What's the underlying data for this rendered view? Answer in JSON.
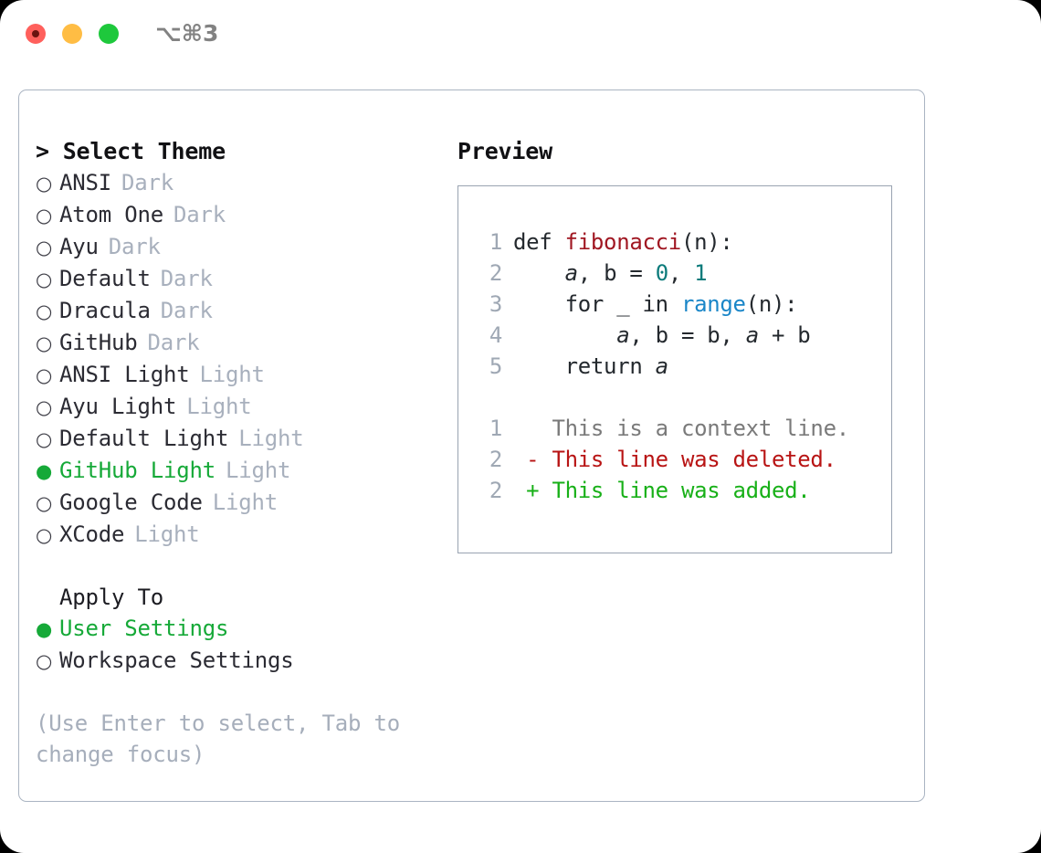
{
  "titlebar": {
    "shortcut": "⌥⌘3",
    "buttons": [
      {
        "name": "close",
        "color": "#ff605c"
      },
      {
        "name": "minimize",
        "color": "#ffbd44"
      },
      {
        "name": "zoom",
        "color": "#1ec83c"
      }
    ]
  },
  "left": {
    "header": "> Select Theme",
    "themes": [
      {
        "marker": "○",
        "name": "ANSI",
        "tag": "Dark",
        "selected": false
      },
      {
        "marker": "○",
        "name": "Atom One",
        "tag": "Dark",
        "selected": false
      },
      {
        "marker": "○",
        "name": "Ayu",
        "tag": "Dark",
        "selected": false
      },
      {
        "marker": "○",
        "name": "Default",
        "tag": "Dark",
        "selected": false
      },
      {
        "marker": "○",
        "name": "Dracula",
        "tag": "Dark",
        "selected": false
      },
      {
        "marker": "○",
        "name": "GitHub",
        "tag": "Dark",
        "selected": false
      },
      {
        "marker": "○",
        "name": "ANSI Light",
        "tag": "Light",
        "selected": false
      },
      {
        "marker": "○",
        "name": "Ayu Light",
        "tag": "Light",
        "selected": false
      },
      {
        "marker": "○",
        "name": "Default Light",
        "tag": "Light",
        "selected": false
      },
      {
        "marker": "●",
        "name": "GitHub Light",
        "tag": "Light",
        "selected": true
      },
      {
        "marker": "○",
        "name": "Google Code",
        "tag": "Light",
        "selected": false
      },
      {
        "marker": "○",
        "name": "XCode",
        "tag": "Light",
        "selected": false
      }
    ],
    "apply_title": "Apply To",
    "apply_options": [
      {
        "marker": "●",
        "name": "User Settings",
        "selected": true
      },
      {
        "marker": "○",
        "name": "Workspace Settings",
        "selected": false
      }
    ],
    "hint": "(Use Enter to select, Tab to change focus)"
  },
  "right": {
    "title": "Preview",
    "code_lines": [
      {
        "num": "1",
        "tokens": [
          {
            "t": "def ",
            "c": "code-txt"
          },
          {
            "t": "fibonacci",
            "c": "tok-fn"
          },
          {
            "t": "(n):",
            "c": "code-txt"
          }
        ]
      },
      {
        "num": "2",
        "tokens": [
          {
            "t": "    ",
            "c": "code-txt"
          },
          {
            "t": "a",
            "c": "code-txt tok-var"
          },
          {
            "t": ", ",
            "c": "code-txt"
          },
          {
            "t": "b",
            "c": "code-txt"
          },
          {
            "t": " = ",
            "c": "code-txt"
          },
          {
            "t": "0",
            "c": "tok-num"
          },
          {
            "t": ", ",
            "c": "code-txt"
          },
          {
            "t": "1",
            "c": "tok-num"
          }
        ]
      },
      {
        "num": "3",
        "tokens": [
          {
            "t": "    for _ in ",
            "c": "code-txt"
          },
          {
            "t": "range",
            "c": "tok-call"
          },
          {
            "t": "(n):",
            "c": "code-txt"
          }
        ]
      },
      {
        "num": "4",
        "tokens": [
          {
            "t": "        ",
            "c": "code-txt"
          },
          {
            "t": "a",
            "c": "code-txt tok-var"
          },
          {
            "t": ", b = b, ",
            "c": "code-txt"
          },
          {
            "t": "a",
            "c": "code-txt tok-var"
          },
          {
            "t": " + b",
            "c": "code-txt"
          }
        ]
      },
      {
        "num": "5",
        "tokens": [
          {
            "t": "    return ",
            "c": "code-txt"
          },
          {
            "t": "a",
            "c": "code-txt tok-var"
          }
        ]
      }
    ],
    "diff_lines": [
      {
        "num": "1",
        "tokens": [
          {
            "t": "   This is a context line.",
            "c": "diff-ctx"
          }
        ]
      },
      {
        "num": "2",
        "tokens": [
          {
            "t": " - This line was deleted.",
            "c": "diff-del"
          }
        ]
      },
      {
        "num": "2",
        "tokens": [
          {
            "t": " + This line was added.",
            "c": "diff-add"
          }
        ]
      }
    ]
  },
  "colors": {
    "accent_green": "#16a938",
    "muted": "#a8b0bd",
    "function": "#a01722",
    "number": "#0b7b7b",
    "call": "#1a86c8",
    "diff_add": "#18b018",
    "diff_del": "#b81414",
    "border": "#aab4c2"
  }
}
